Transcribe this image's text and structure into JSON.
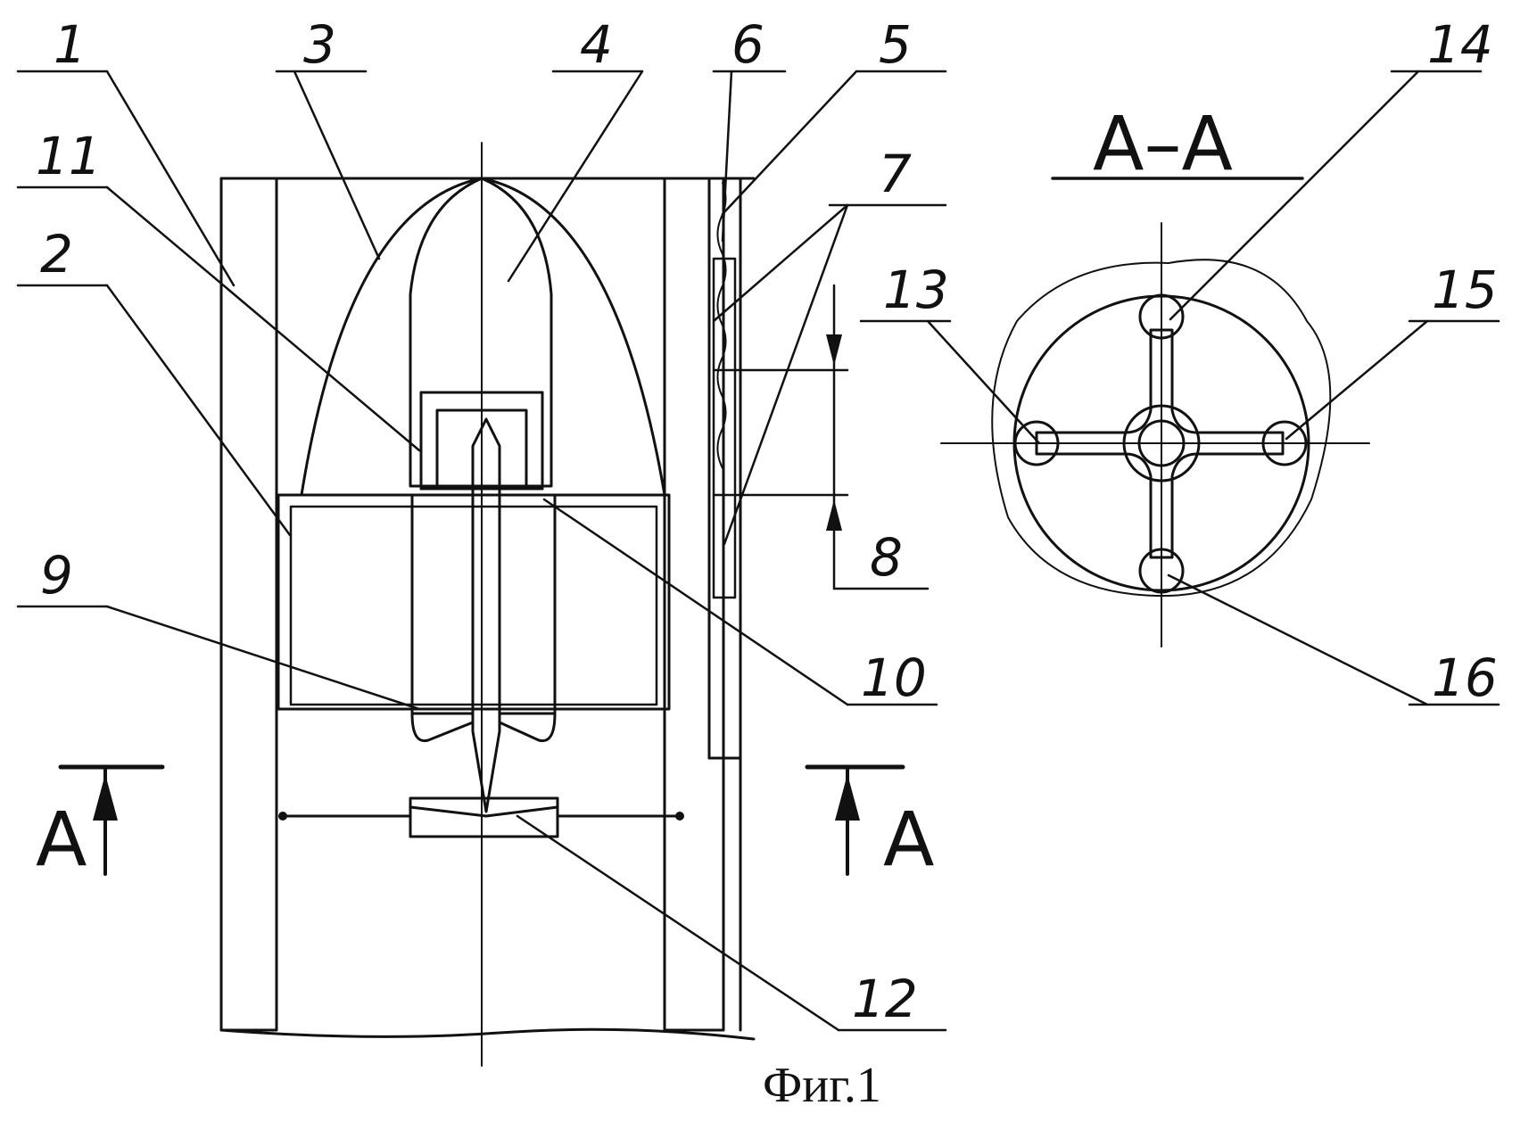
{
  "figure": {
    "caption": "Фиг.1",
    "section_title": "А–А",
    "section_mark_left": "А",
    "section_mark_right": "А"
  },
  "labels": {
    "l1": "1",
    "l2": "2",
    "l3": "3",
    "l4": "4",
    "l5": "5",
    "l6": "6",
    "l7": "7",
    "l8": "8",
    "l9": "9",
    "l10": "10",
    "l11": "11",
    "l12": "12",
    "l13": "13",
    "l14": "14",
    "l15": "15",
    "l16": "16"
  },
  "colors": {
    "ink": "#111111",
    "paper": "#ffffff"
  }
}
